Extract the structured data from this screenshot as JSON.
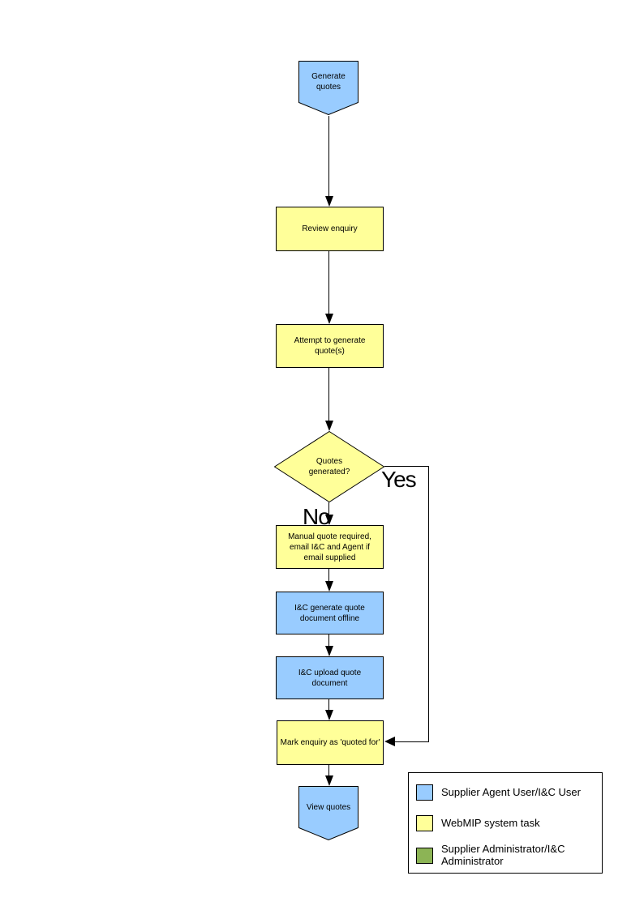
{
  "diagram": {
    "nodes": {
      "start": {
        "label": "Generate quotes",
        "fill": "#99CCFF",
        "shape": "offpage-connector"
      },
      "review": {
        "label": "Review enquiry",
        "fill": "#FFFF99",
        "shape": "process"
      },
      "attempt": {
        "label": "Attempt to generate quote(s)",
        "fill": "#FFFF99",
        "shape": "process"
      },
      "decision": {
        "label": "Quotes generated?",
        "fill": "#FFFF99",
        "shape": "decision"
      },
      "manual": {
        "label": "Manual quote required, email I&C and Agent if email supplied",
        "fill": "#FFFF99",
        "shape": "process"
      },
      "offline": {
        "label": "I&C generate quote document offline",
        "fill": "#99CCFF",
        "shape": "process"
      },
      "upload": {
        "label": "I&C upload quote document",
        "fill": "#99CCFF",
        "shape": "process"
      },
      "mark": {
        "label": "Mark enquiry as 'quoted for'",
        "fill": "#FFFF99",
        "shape": "process"
      },
      "end": {
        "label": "View quotes",
        "fill": "#99CCFF",
        "shape": "offpage-connector"
      }
    },
    "branches": {
      "yes": "Yes",
      "no": "No"
    },
    "legend": {
      "items": [
        {
          "label": "Supplier Agent User/I&C User",
          "color": "#99CCFF"
        },
        {
          "label": "WebMIP system task",
          "color": "#FFFF99"
        },
        {
          "label": "Supplier Administrator/I&C Administrator",
          "color": "#8CB455"
        }
      ]
    },
    "colors": {
      "line": "#000000",
      "background": "#FFFFFF"
    }
  }
}
